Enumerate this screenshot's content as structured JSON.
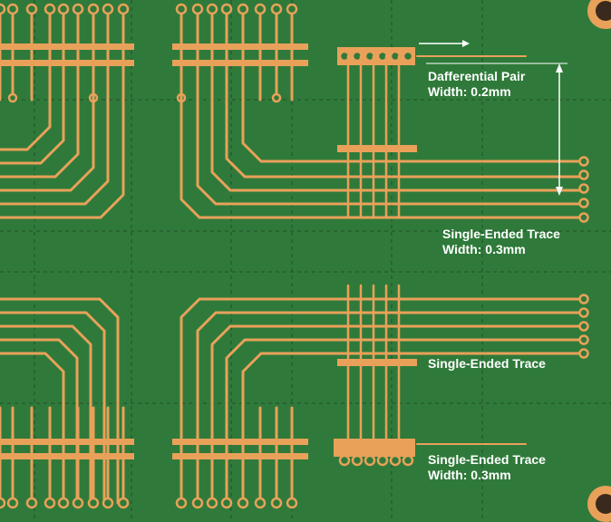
{
  "annotations": {
    "differential_pair": {
      "line1": "Dafferential Pair",
      "line2": "Width: 0.2mm"
    },
    "single_ended_1": {
      "line1": "Single-Ended Trace",
      "line2": "Width: 0.3mm"
    },
    "single_ended_2": {
      "line1": "Single-Ended Trace"
    },
    "single_ended_3": {
      "line1": "Single-Ended Trace",
      "line2": "Width: 0.3mm"
    }
  },
  "colors": {
    "board": "#2f7a3a",
    "copper": "#e9a15a",
    "copper_light": "#f2c08a",
    "arrow": "#ffffff",
    "grid_line": "#234f2b"
  },
  "icons": {
    "arrow-right": "arrow-right-icon",
    "arrow-vertical": "double-arrow-icon",
    "via": "via-icon",
    "mounting-hole": "mounting-hole-icon"
  }
}
